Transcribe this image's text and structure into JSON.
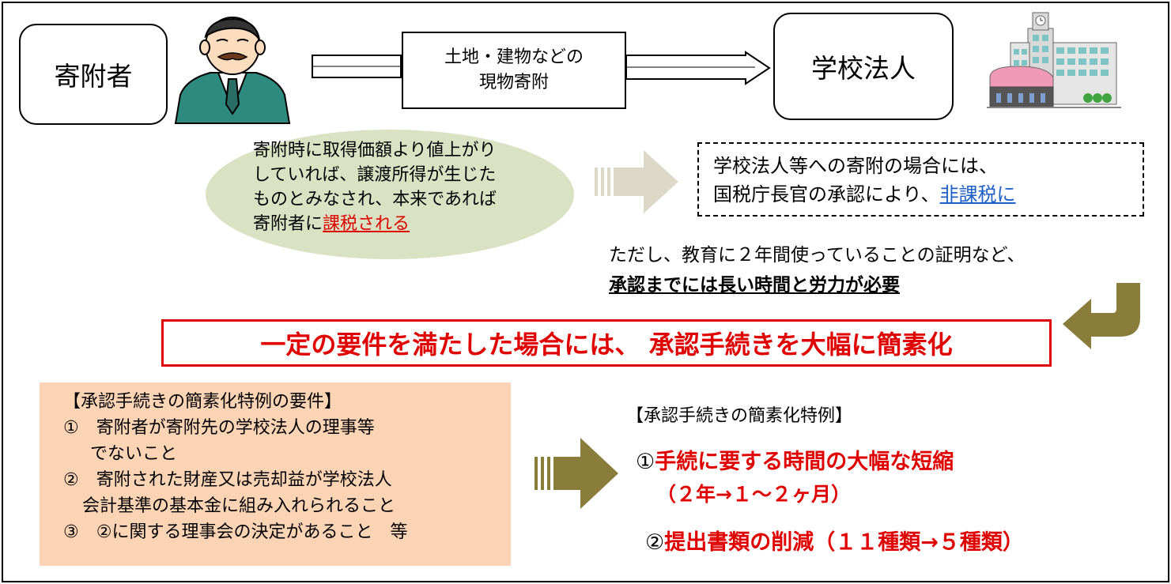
{
  "donor": {
    "label": "寄附者"
  },
  "gift_box": {
    "line1": "土地・建物などの",
    "line2": "現物寄附"
  },
  "school": {
    "label": "学校法人"
  },
  "taxed_note": {
    "line1": "寄附時に取得価額より値上がり",
    "line2": "していれば、譲渡所得が生じた",
    "line3": "ものとみなされ、本来であれば",
    "line4_prefix": "寄附者に",
    "line4_emph": "課税される"
  },
  "exempt_note": {
    "line1": "学校法人等への寄附の場合には、",
    "line2_prefix": "国税庁長官の承認により、",
    "line2_emph": "非課税に"
  },
  "caveat": {
    "line1": "ただし、教育に２年間使っていることの証明など、",
    "line2": "承認までには長い時間と労力が必要"
  },
  "banner": {
    "text": "一定の要件を満たした場合には、 承認手続きを大幅に簡素化"
  },
  "requirements": {
    "title": "【承認手続きの簡素化特例の要件】",
    "items": [
      {
        "num": "①",
        "line1": "寄附者が寄附先の学校法人の理事等",
        "line2": "でないこと"
      },
      {
        "num": "②",
        "line1": "寄附された財産又は売却益が学校法人",
        "line2": "会計基準の基本金に組み入れられること"
      },
      {
        "num": "③",
        "line1": "②に関する理事会の決定があること　等"
      }
    ]
  },
  "special_case": {
    "title": "【承認手続きの簡素化特例】",
    "item1_num": "①",
    "item1_text": "手続に要する時間の大幅な短縮",
    "item1_sub": "（２年→１～２ヶ月）",
    "item2_num": "②",
    "item2_text": "提出書類の削減（１１種類→５種類）"
  },
  "icons": [
    "businessman-icon",
    "school-building-icon",
    "hollow-right-arrow-icon",
    "beige-right-arrow-icon",
    "olive-right-arrow-icon",
    "curved-down-left-arrow-icon"
  ],
  "colors": {
    "red": "#e00000",
    "blue_link": "#1f5fc8",
    "ellipse_fill": "#d9e3c4",
    "peach_fill": "#fbd4b6",
    "olive_arrow": "#8a7d3c",
    "beige_arrow": "#ddd9c8"
  }
}
